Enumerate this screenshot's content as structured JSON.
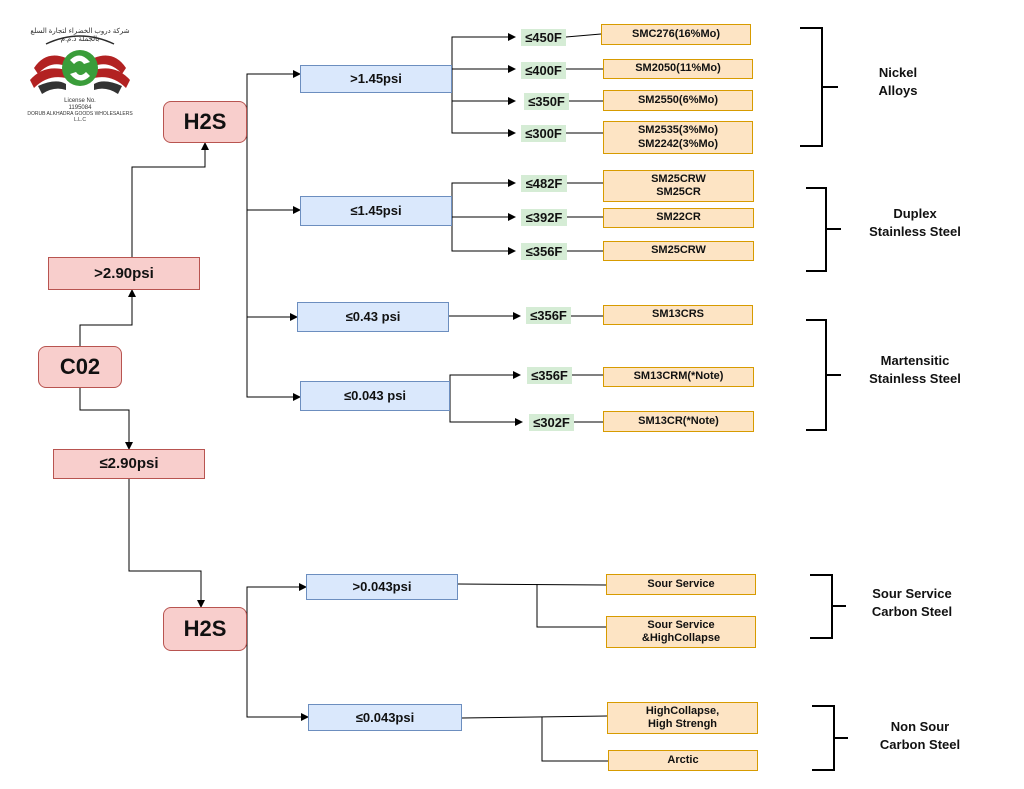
{
  "logo": {
    "arabic_text": "ﺷﺮﻛﺔ ﺩﺭﻭﺏ ﺍﻟﺨﻀﺮﺍﺀ ﻟﺘﺠﺎﺭﺓ ﺍﻟﺴﻠﻊ ﺑﺎﻟﺠﻤﻠﺔ ﺫ.ﻡ.ﻡ",
    "license_label": "License No.",
    "license_no": "1195084",
    "company": "DORUB ALKHADRA GOODS WHOLESALERS L.L.C"
  },
  "co2": {
    "label": "C02"
  },
  "co2_high": {
    "label": ">2.90psi"
  },
  "co2_low": {
    "label": "≤2.90psi"
  },
  "h2s_top": {
    "label": "H2S"
  },
  "h2s_bottom": {
    "label": "H2S"
  },
  "branches_top": [
    {
      "pressure": ">1.45psi",
      "rows": [
        {
          "temp": "≤450F",
          "grade": "SMC276(16%Mo)"
        },
        {
          "temp": "≤400F",
          "grade": "SM2050(11%Mo)"
        },
        {
          "temp": "≤350F",
          "grade": "SM2550(6%Mo)"
        },
        {
          "temp": "≤300F",
          "grade": "SM2535(3%Mo)\nSM2242(3%Mo)"
        }
      ]
    },
    {
      "pressure": "≤1.45psi",
      "rows": [
        {
          "temp": "≤482F",
          "grade": "SM25CRW\nSM25CR"
        },
        {
          "temp": "≤392F",
          "grade": "SM22CR"
        },
        {
          "temp": "≤356F",
          "grade": "SM25CRW"
        }
      ]
    },
    {
      "pressure": "≤0.43 psi",
      "rows": [
        {
          "temp": "≤356F",
          "grade": "SM13CRS"
        }
      ]
    },
    {
      "pressure": "≤0.043 psi",
      "rows": [
        {
          "temp": "≤356F",
          "grade": "SM13CRM(*Note)"
        },
        {
          "temp": "≤302F",
          "grade": "SM13CR(*Note)"
        }
      ]
    }
  ],
  "branches_bottom": [
    {
      "pressure": ">0.043psi",
      "grades": [
        "Sour Service",
        "Sour Service\n&HighCollapse"
      ]
    },
    {
      "pressure": "≤0.043psi",
      "grades": [
        "HighCollapse,\nHigh Strengh",
        "Arctic"
      ]
    }
  ],
  "categories": [
    "Nickel\nAlloys",
    "Duplex\nStainless Steel",
    "Martensitic\nStainless Steel",
    "Sour Service\nCarbon Steel",
    "Non Sour\nCarbon Steel"
  ],
  "colors": {
    "root_fill": "#f8cecc",
    "root_stroke": "#b85450",
    "pressure_fill": "#dae8fc",
    "pressure_stroke": "#6c8ebf",
    "temp_fill": "#d5ecd5",
    "grade_fill": "#fde4c4",
    "grade_stroke": "#d79b00",
    "connector": "#000000"
  }
}
